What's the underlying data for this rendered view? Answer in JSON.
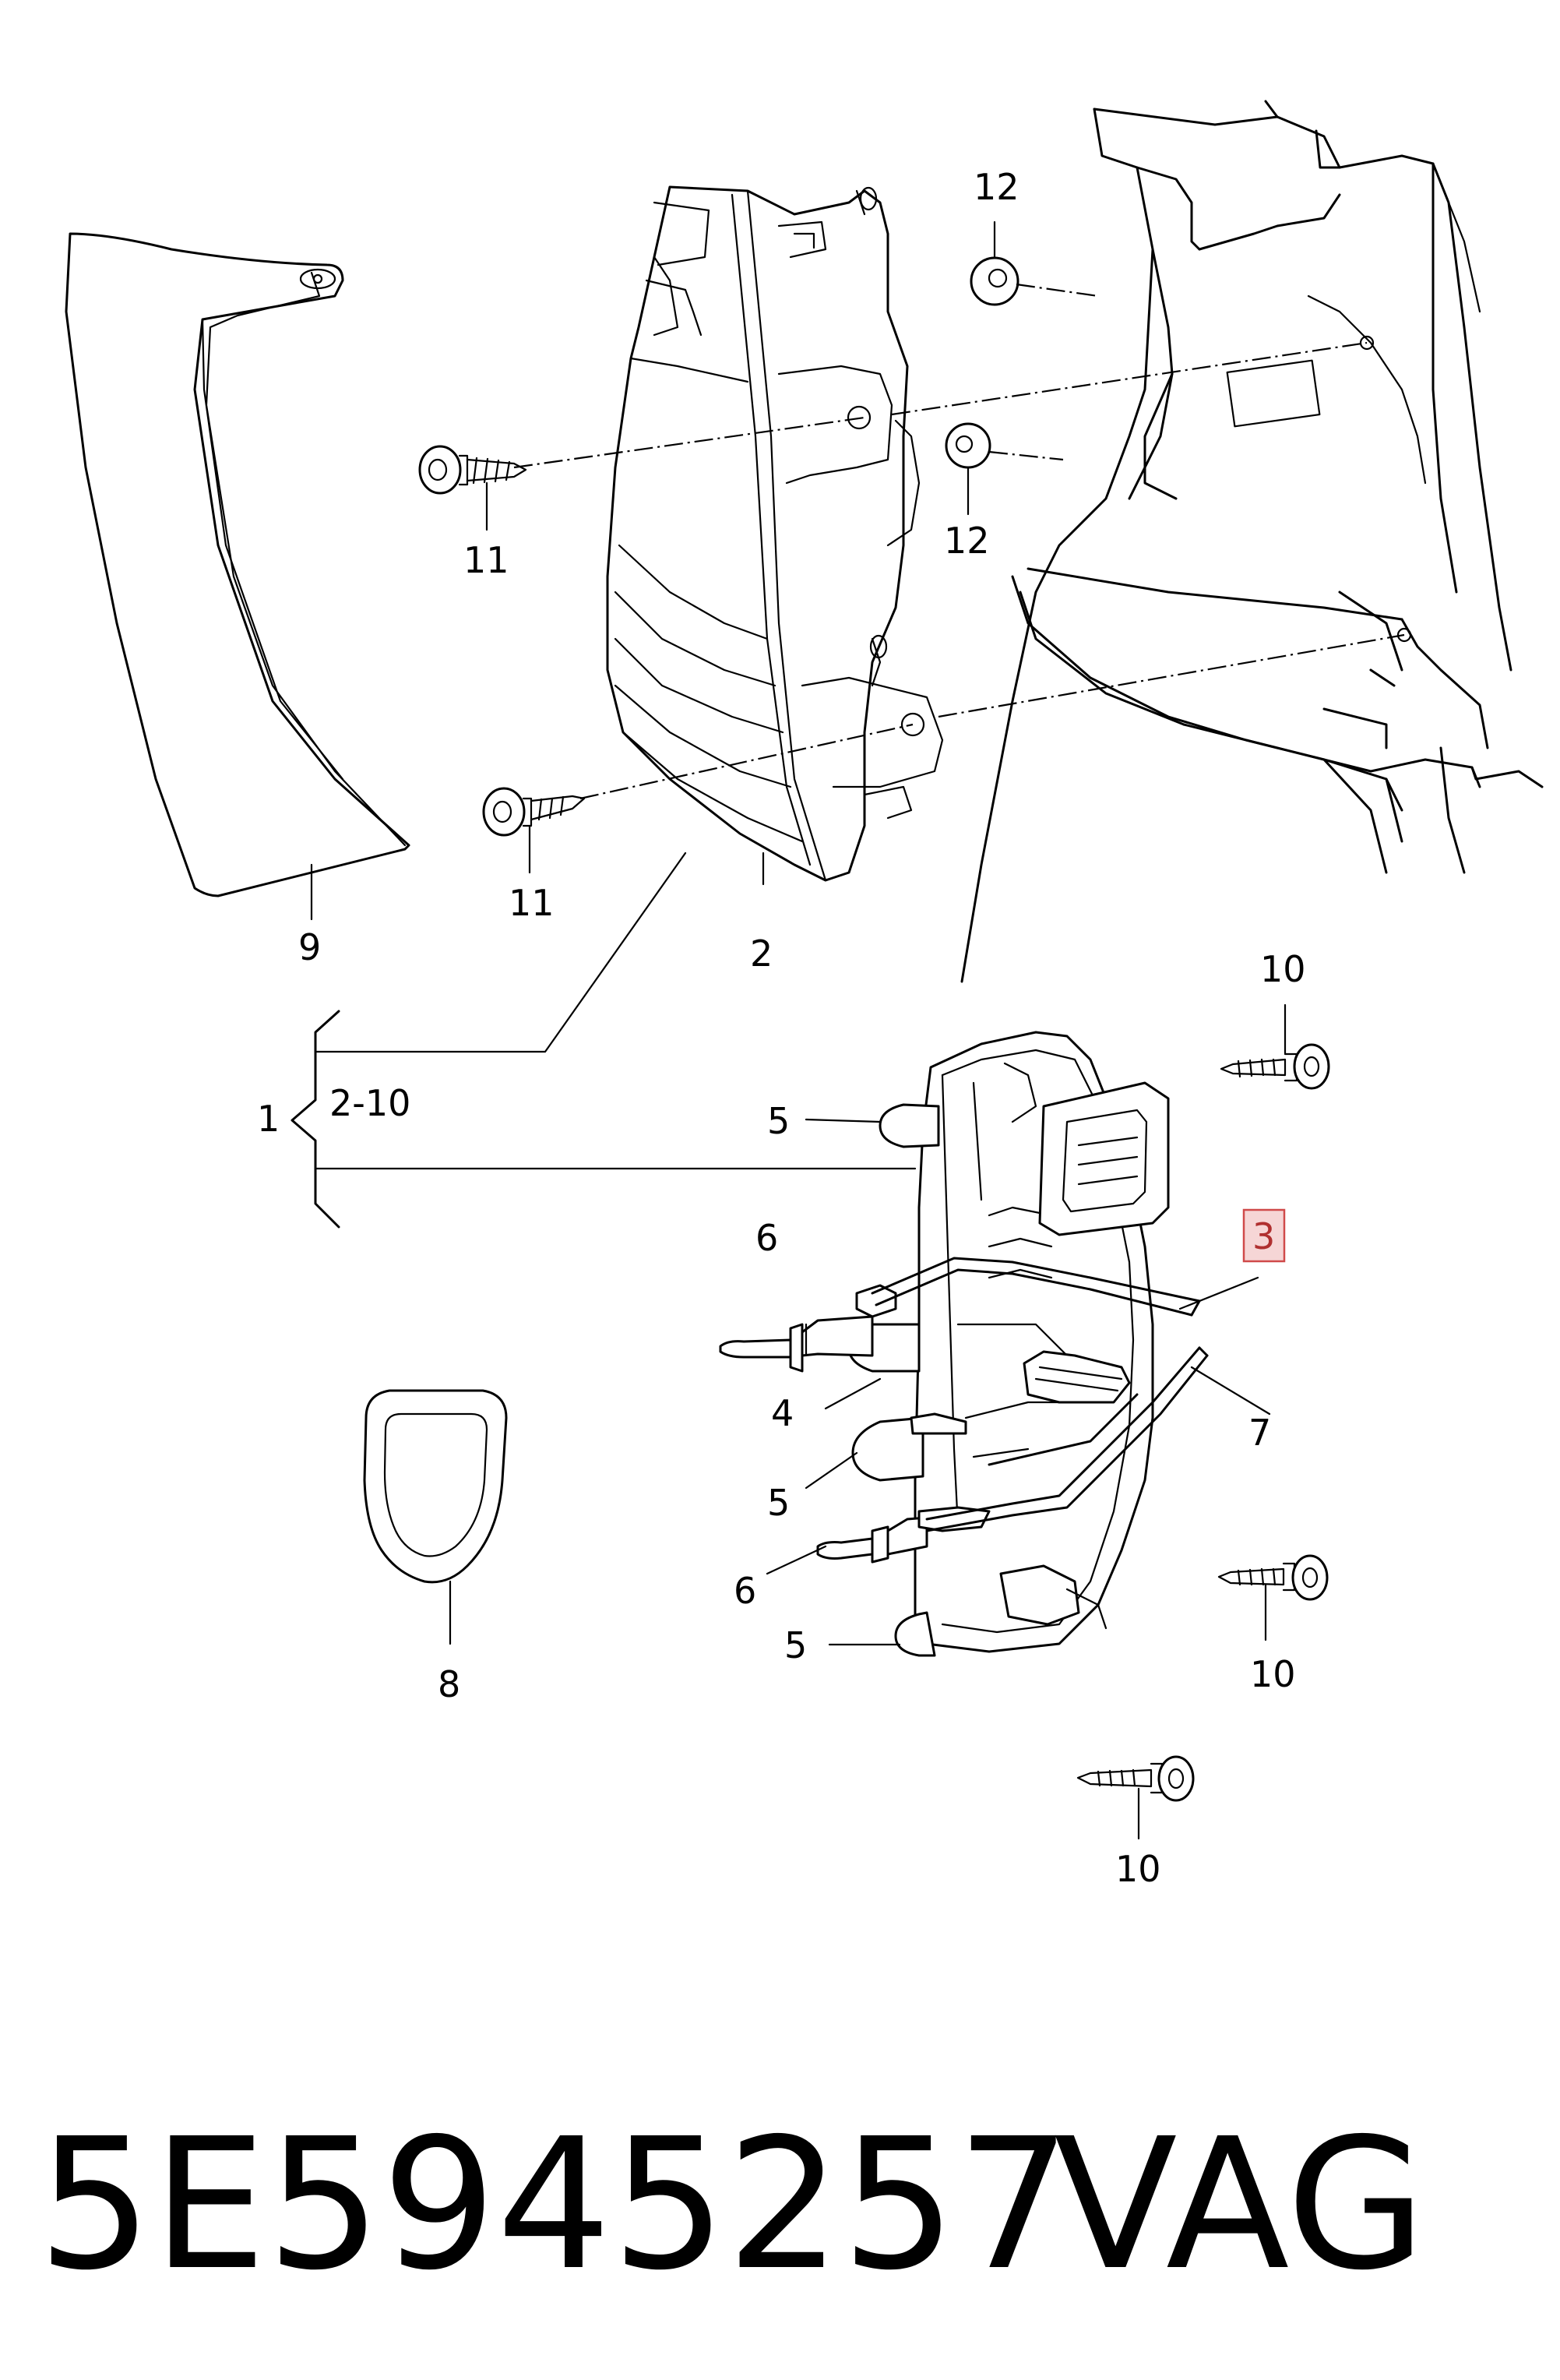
{
  "diagram": {
    "callouts": {
      "c1": "1",
      "c1_range": "2-10",
      "c2": "2",
      "c3": "3",
      "c4": "4",
      "c5a": "5",
      "c5b": "5",
      "c5c": "5",
      "c6a": "6",
      "c6b": "6",
      "c7": "7",
      "c8": "8",
      "c9": "9",
      "c10a": "10",
      "c10b": "10",
      "c10c": "10",
      "c11a": "11",
      "c11b": "11",
      "c12a": "12",
      "c12b": "12"
    },
    "highlighted_callout": "3",
    "highlight_color": "#f6d6d6"
  },
  "footer": {
    "part_number": "5E5945257",
    "brand": "VAG"
  }
}
